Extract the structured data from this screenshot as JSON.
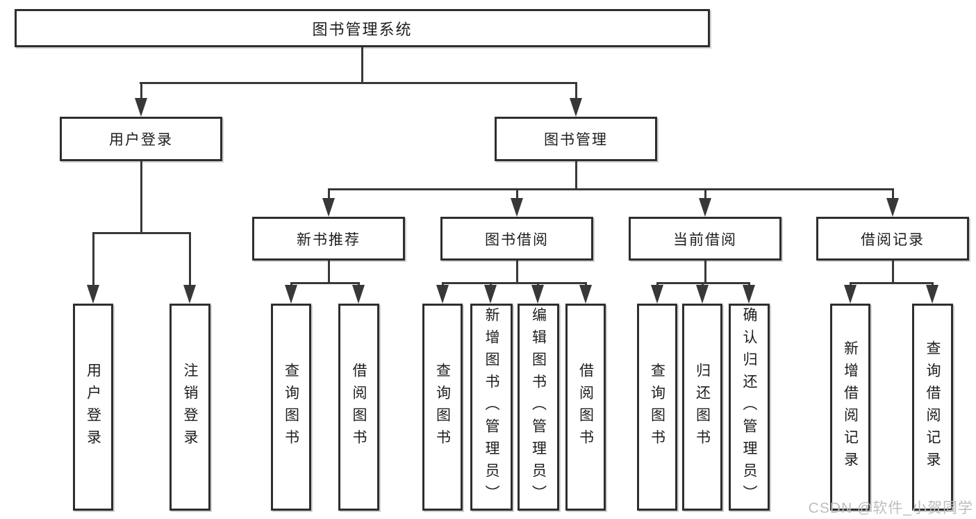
{
  "nodes": {
    "root": {
      "label": "图书管理系统"
    },
    "user_login": {
      "label": "用户登录"
    },
    "book_mgmt": {
      "label": "图书管理"
    },
    "new_book_rec": {
      "label": "新书推荐"
    },
    "book_borrow": {
      "label": "图书借阅"
    },
    "current_borrow": {
      "label": "当前借阅"
    },
    "borrow_record": {
      "label": "借阅记录"
    },
    "leaves": {
      "user_login_leaf": "用户登录",
      "logout": "注销登录",
      "query_book_rec": "查询图书",
      "borrow_book_rec": "借阅图书",
      "query_book_borrow": "查询图书",
      "add_book_admin": "新增图书（管理员）",
      "edit_book_admin": "编辑图书（管理员）",
      "borrow_book_borrow": "借阅图书",
      "query_book_current": "查询图书",
      "return_book": "归还图书",
      "confirm_return_admin": "确认归还（管理员）",
      "add_borrow_record": "新增借阅记录",
      "query_borrow_record": "查询借阅记录"
    }
  },
  "watermark": "CSDN @软件_小贺同学",
  "colors": {
    "line": "#383838",
    "box_border": "#2e2e2e",
    "text": "#1d1d1d",
    "watermark": "#bdbdbd",
    "background": "#ffffff"
  }
}
